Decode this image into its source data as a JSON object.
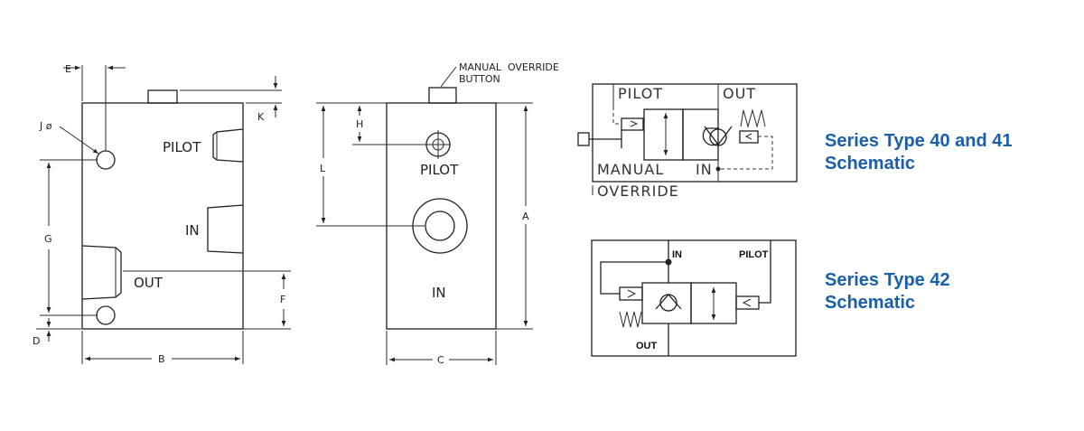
{
  "headings": {
    "series_40_41": [
      "Series Type 40 and 41",
      "Schematic"
    ],
    "series_42": [
      "Series Type 42",
      "Schematic"
    ]
  },
  "dimensions": {
    "a": "A",
    "b": "B",
    "c": "C",
    "d": "D",
    "e": "E",
    "f": "F",
    "g": "G",
    "h": "H",
    "j": "J ø",
    "k": "K",
    "l": "L"
  },
  "side_view": {
    "pilot": "PILOT",
    "in": "IN",
    "out": "OUT"
  },
  "front_view": {
    "callout": [
      "MANUAL  OVERRIDE",
      "BUTTON"
    ],
    "pilot": "PILOT",
    "in": "IN"
  },
  "schematic_40_41": {
    "pilot": "PILOT",
    "out": "OUT",
    "manual": "MANUAL",
    "in": "IN",
    "override": "OVERRIDE"
  },
  "schematic_42": {
    "in": "IN",
    "pilot": "PILOT",
    "out": "OUT"
  },
  "colors": {
    "heading": "#1a5fa8",
    "line": "#1f1f1f",
    "background": "#ffffff"
  }
}
